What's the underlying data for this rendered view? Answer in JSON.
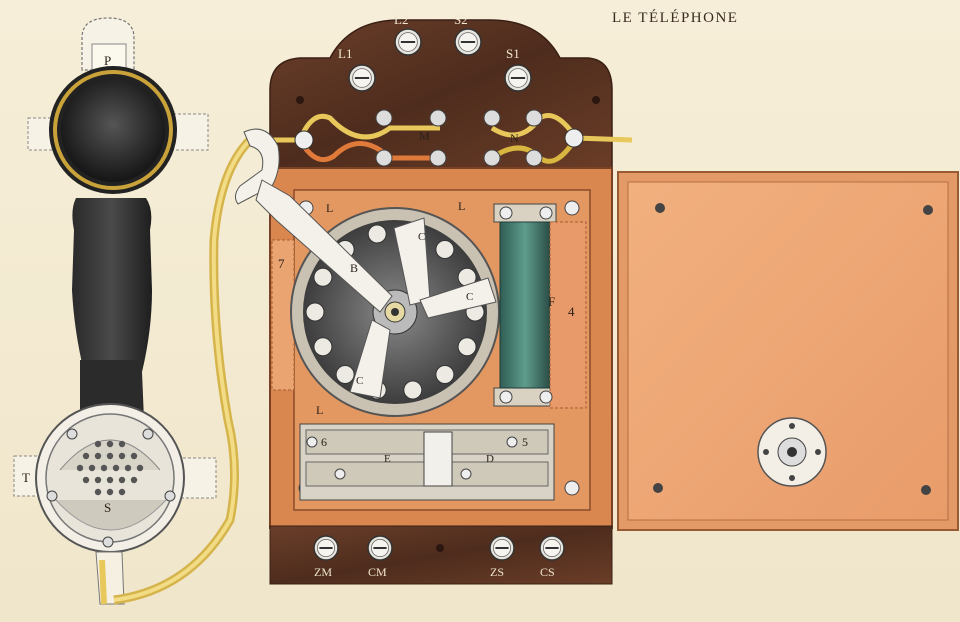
{
  "title": "LE TÉLÉPHONE",
  "handset_labels": {
    "top": "P",
    "left": "T",
    "bottom": "S"
  },
  "terminal_labels_top": [
    "L2",
    "S2",
    "L1",
    "S1"
  ],
  "junction_labels": [
    "M",
    "N"
  ],
  "box_labels": {
    "corner_left": "L",
    "corner_right": "L",
    "corner_bottom": "L",
    "side_left": "7",
    "lever": "B",
    "hook1": "C",
    "hook2": "C",
    "hook3": "C",
    "coil": "F",
    "side_right": "4",
    "strip_left_num": "6",
    "strip_right_num": "5",
    "strip_e": "E",
    "strip_d": "D"
  },
  "bottom_terminals": [
    "ZM",
    "CM",
    "ZS",
    "CS"
  ],
  "colors": {
    "wood": "#5a3322",
    "box": "#d98752",
    "door": "#eea575",
    "cord": "#e8c85a"
  }
}
